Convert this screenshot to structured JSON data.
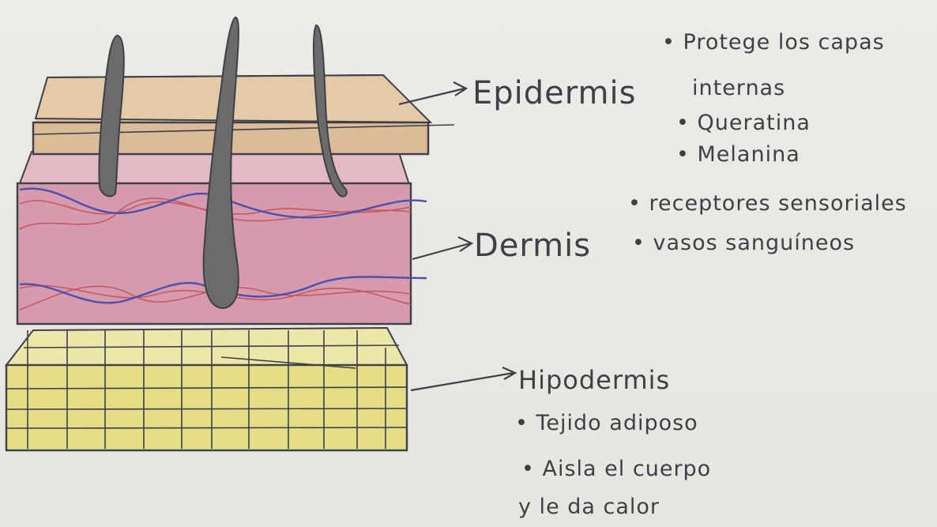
{
  "diagram": {
    "layers": [
      {
        "id": "epidermis",
        "title": "Epidermis",
        "title_text": "→ Epidermis",
        "color": "#e0c3a4",
        "notes": [
          "• Protege los capas",
          "internas",
          "• Queratina",
          "• Melanina"
        ]
      },
      {
        "id": "dermis",
        "title": "Dermis",
        "title_text": "→ Dermis",
        "color": "#d9a6b8",
        "notes": [
          "• receptores sensoriales",
          "• vasos sanguíneos"
        ]
      },
      {
        "id": "hipodermis",
        "title": "Hipodermis",
        "title_text": "→ Hipodermis",
        "color": "#e4df8a",
        "notes": [
          "• Tejido adiposo",
          "• Aisla el cuerpo",
          "y le da calor"
        ]
      }
    ],
    "colors": {
      "ink": "#3d4047",
      "hair": "#6c6b6c",
      "vein_blue": "#4a4fb0",
      "vein_red": "#c35a63"
    }
  }
}
